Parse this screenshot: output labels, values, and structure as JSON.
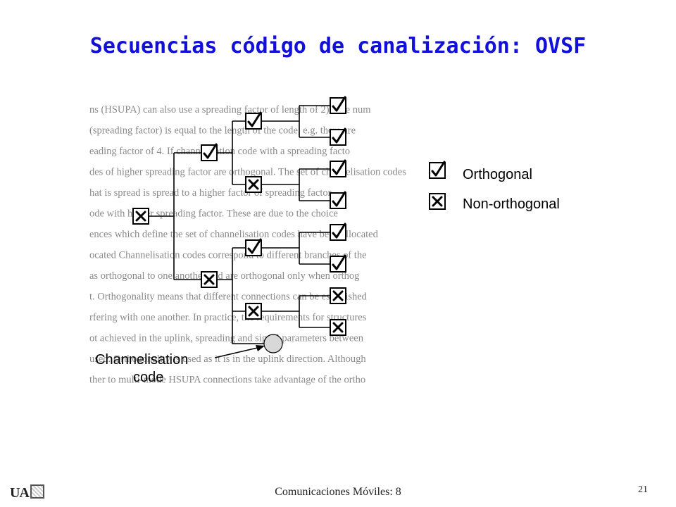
{
  "title": "Secuencias código de canalización: OVSF",
  "legend": {
    "orthogonal": "Orthogonal",
    "non_orthogonal": "Non-orthogonal"
  },
  "annotation": {
    "line1": "Channelisation",
    "line2": "code"
  },
  "background_text": [
    "ns (HSUPA) can also use a spreading factor of length of 2). The num",
    "(spreading factor) is equal to the length of the code, e.g. there are",
    "eading factor of 4. If channelisation code with a spreading facto",
    "des of higher spreading factor are orthogonal. The set of channelisation codes",
    "hat is spread is spread to a higher factor of spreading factor",
    "ode with higher spreading factor. These are due to the choice",
    "ences which define the set of channelisation codes have been allocated",
    "ocated Channelisation codes correspond to different branches of the",
    "as orthogonal to one another and are orthogonal only when orthog",
    "t. Orthogonality means that different connections can be established",
    "rfering with one another. In practice, the requirements for structures",
    "ot achieved in the uplink, spreading and signal parameters between",
    "used. Orthogonality is used as it is in the uplink direction. Although",
    "ther to multi-mode HSUPA connections take advantage of the ortho"
  ],
  "footer": {
    "logo": "UA",
    "center": "Comunicaciones Móviles: 8",
    "page": "21"
  },
  "colors": {
    "title": "#1010d8",
    "diagram_lines": "#000000",
    "background_text": "#8a8a8a",
    "highlight_circle": "#d8d8d8"
  },
  "tree": {
    "root": "non-orthogonal",
    "level1": [
      "orthogonal",
      "non-orthogonal"
    ],
    "level2": [
      "orthogonal",
      "non-orthogonal",
      "orthogonal",
      "non-orthogonal"
    ],
    "level3": [
      "orthogonal",
      "orthogonal",
      "orthogonal",
      "orthogonal",
      "orthogonal",
      "orthogonal",
      "non-orthogonal",
      "non-orthogonal"
    ]
  }
}
